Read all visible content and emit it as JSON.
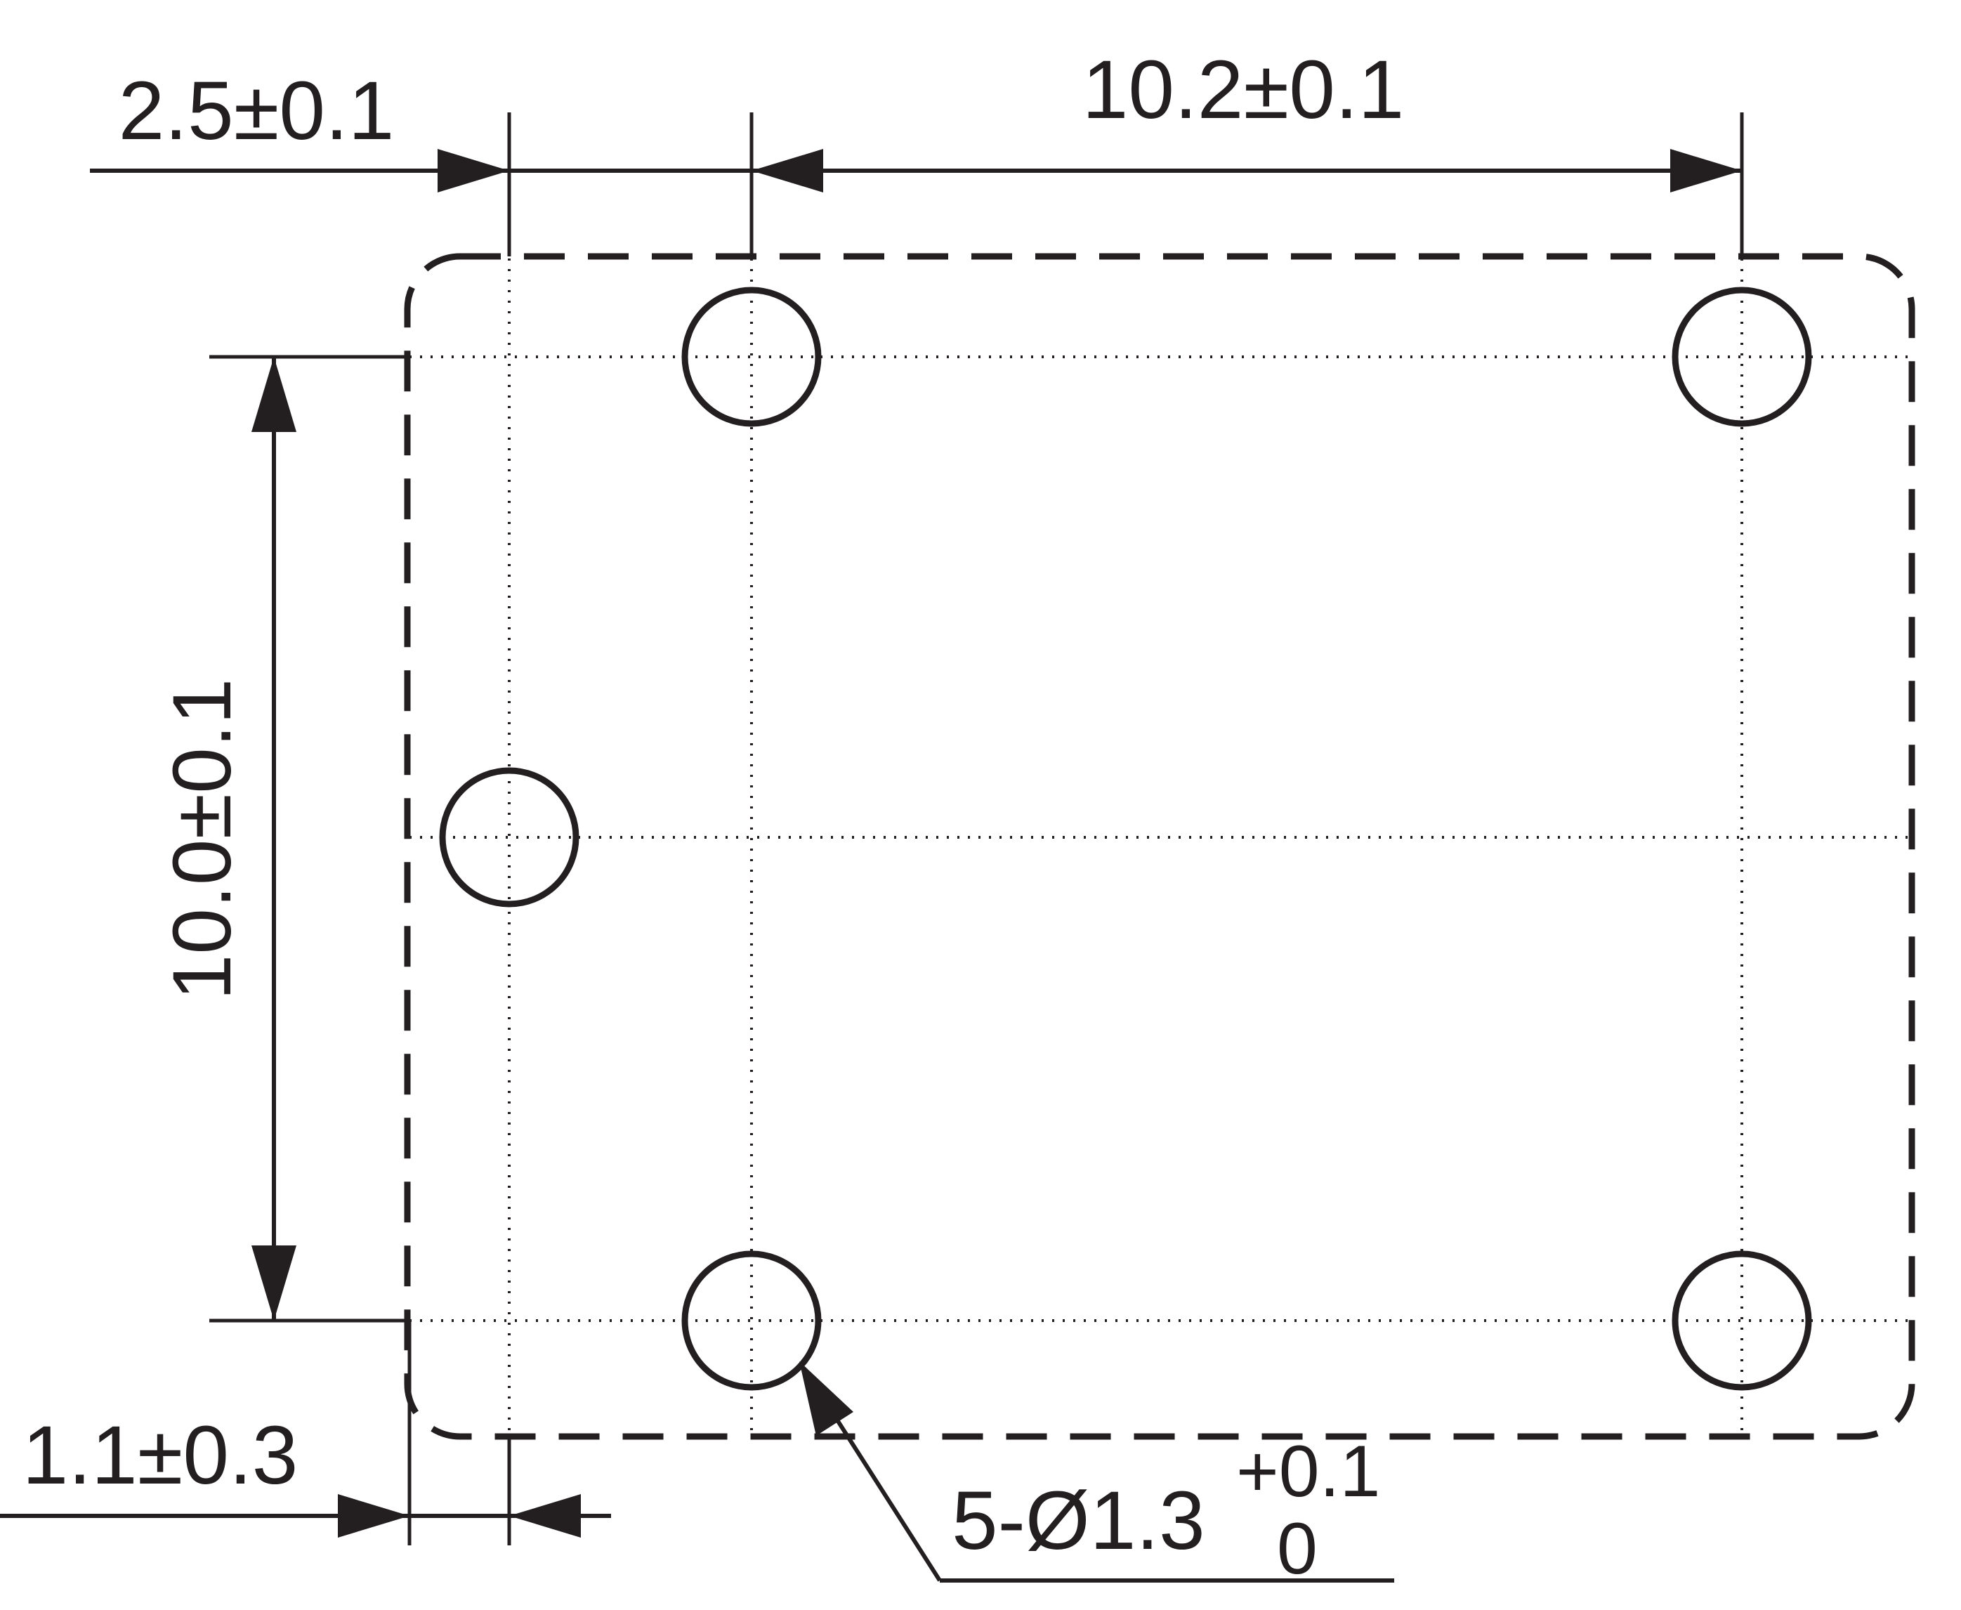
{
  "drawing": {
    "type": "pcb-hole-layout",
    "dimensions": {
      "pin_offset": "2.5±0.1",
      "horizontal_pitch": "10.2±0.1",
      "vertical_pitch": "10.0±0.1",
      "edge_offset": "1.1±0.3"
    },
    "hole_callout": {
      "main": "5-Ø1.3",
      "tol_upper": "+0.1",
      "tol_lower": "0"
    },
    "hole_count": 5
  },
  "colors": {
    "ink": "#231f20",
    "background": "#ffffff"
  }
}
